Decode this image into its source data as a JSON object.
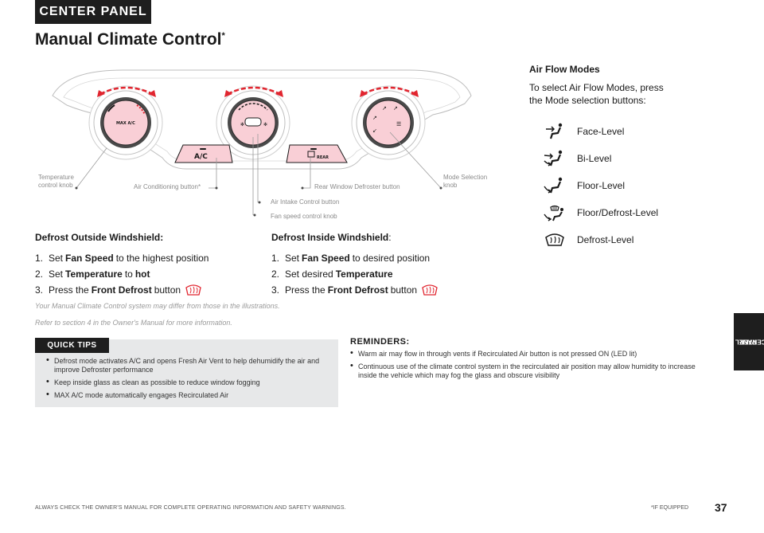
{
  "header": {
    "tab": "CENTER PANEL",
    "title": "Manual Climate Control",
    "title_mark": "*"
  },
  "side_tab": {
    "line1": "CENTER",
    "line2": "PANEL"
  },
  "diagram": {
    "buttons": {
      "ac": "A/C",
      "rear": "REAR",
      "max_ac": "MAX A/C"
    },
    "callouts": {
      "temp": [
        "Temperature",
        "control knob"
      ],
      "ac": "Air Conditioning button*",
      "rear": "Rear Window Defroster button",
      "mode": [
        "Mode Selection",
        "knob"
      ],
      "intake": "Air Intake Control button",
      "fan": "Fan speed control knob"
    },
    "colors": {
      "accent": "#e1252f",
      "knob_face": "#f9cfd6"
    }
  },
  "airflow": {
    "title": "Air Flow Modes",
    "intro": "To select Air Flow Modes, press the Mode selection buttons:",
    "modes": [
      {
        "icon": "face-level-icon",
        "label": "Face-Level"
      },
      {
        "icon": "bi-level-icon",
        "label": "Bi-Level"
      },
      {
        "icon": "floor-level-icon",
        "label": "Floor-Level"
      },
      {
        "icon": "floor-defrost-level-icon",
        "label": "Floor/Defrost-Level"
      },
      {
        "icon": "defrost-level-icon",
        "label": "Defrost-Level"
      }
    ]
  },
  "defrost_outside": {
    "title": "Defrost Outside Windshield:",
    "steps": [
      {
        "n": "1.",
        "pre": "Set",
        "bold": "Fan Speed",
        "post": "to the highest position"
      },
      {
        "n": "2.",
        "pre": "Set",
        "bold": "Temperature",
        "mid": "to",
        "bold2": "hot"
      },
      {
        "n": "3.",
        "pre": "Press the",
        "bold": "Front Defrost",
        "post": "button"
      }
    ]
  },
  "defrost_inside": {
    "title": "Defrost Inside Windshield",
    "title_colon": ":",
    "steps": [
      {
        "n": "1.",
        "pre": "Set",
        "bold": "Fan Speed",
        "post": "to desired position"
      },
      {
        "n": "2.",
        "pre": "Set desired",
        "bold": "Temperature"
      },
      {
        "n": "3.",
        "pre": "Press the",
        "bold": "Front Defrost",
        "post": "button"
      }
    ]
  },
  "notes": {
    "line1": "Your Manual Climate Control system may differ from those in the illustrations.",
    "line2": "Refer to section 4 in the Owner's Manual for more information."
  },
  "quick_tips": {
    "label": "QUICK TIPS",
    "items": [
      "Defrost mode activates A/C and opens Fresh Air Vent to help dehumidify the air and improve Defroster performance",
      "Keep inside glass as clean as possible to reduce window fogging",
      "MAX A/C mode automatically engages Recirculated Air"
    ]
  },
  "reminders": {
    "title": "REMINDERS:",
    "items": [
      " Warm air may flow in through vents if Recirculated Air button is not pressed ON (LED lit)",
      "Continuous use of the climate control system in the recirculated air position may allow humidity to increase inside the vehicle which may fog the glass and obscure visibility"
    ]
  },
  "footer": {
    "left": "ALWAYS CHECK THE OWNER'S MANUAL FOR COMPLETE OPERATING INFORMATION AND SAFETY WARNINGS.",
    "right": "*IF EQUIPPED",
    "page": "37"
  }
}
